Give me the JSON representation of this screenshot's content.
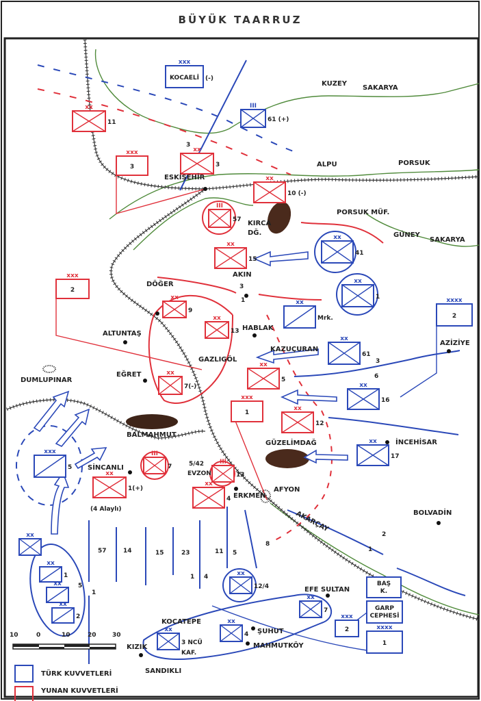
{
  "title": "BÜYÜK TAARRUZ",
  "colors": {
    "turk": "#2a48b8",
    "yunan": "#e0303a",
    "river": "#4f8a3a",
    "rail": "#333333",
    "mountain": "#4a2a1c"
  },
  "rivers": {
    "kuzey": "KUZEY",
    "sakarya1": "SAKARYA",
    "porsuk": "PORSUK",
    "guney": "GÜNEY",
    "sakarya2": "SAKARYA",
    "akarcay": "AKARÇAY"
  },
  "places": [
    {
      "name": "ESKİŞEHİR",
      "dot": true
    },
    {
      "name": "ALPU",
      "dot": false
    },
    {
      "name": "AKIN",
      "dot": true
    },
    {
      "name": "DÖĞER",
      "dot": true
    },
    {
      "name": "ALTUNTAŞ",
      "dot": true
    },
    {
      "name": "HABLAK",
      "dot": true
    },
    {
      "name": "KAZUÇURAN",
      "dot": false
    },
    {
      "name": "GAZLIGÖL",
      "dot": false
    },
    {
      "name": "EĞRET",
      "dot": true
    },
    {
      "name": "DUMLUPINAR",
      "dot": false
    },
    {
      "name": "AZİZİYE",
      "dot": true
    },
    {
      "name": "BALMAHMUT",
      "dot": false
    },
    {
      "name": "GÜZELİMDAĞ",
      "dot": false
    },
    {
      "name": "İNCEHİSAR",
      "dot": true
    },
    {
      "name": "SİNCANLI",
      "dot": true
    },
    {
      "name": "ERKMEN",
      "dot": true
    },
    {
      "name": "AFYON",
      "dot": false
    },
    {
      "name": "BOLVADİN",
      "dot": true
    },
    {
      "name": "EFE SULTAN",
      "dot": true
    },
    {
      "name": "KOCATEPE",
      "dot": false
    },
    {
      "name": "ŞUHUT",
      "dot": true
    },
    {
      "name": "MAHMUTKÖY",
      "dot": true
    },
    {
      "name": "KIZIK",
      "dot": true
    },
    {
      "name": "SANDIKLI",
      "dot": false
    },
    {
      "name": "KIRCA",
      "dot": false
    },
    {
      "name": "DĞ.",
      "dot": false
    },
    {
      "name": "PORSUK MÜF.",
      "dot": false
    }
  ],
  "units": [
    {
      "side": "yunan",
      "echelon": "xx",
      "type": "infantry",
      "label": "11"
    },
    {
      "side": "yunan",
      "echelon": "xxx",
      "type": "hq",
      "label": "3"
    },
    {
      "side": "yunan",
      "echelon": "xx",
      "type": "infantry",
      "label": "3"
    },
    {
      "side": "yunan",
      "echelon": "xx",
      "type": "infantry",
      "label": "10 (-)"
    },
    {
      "side": "yunan",
      "echelon": "III",
      "type": "infantry",
      "label": "57"
    },
    {
      "side": "yunan",
      "echelon": "xx",
      "type": "infantry",
      "label": "15"
    },
    {
      "side": "yunan",
      "echelon": "xxx",
      "type": "hq",
      "label": "2"
    },
    {
      "side": "yunan",
      "echelon": "xx",
      "type": "infantry",
      "label": "9"
    },
    {
      "side": "yunan",
      "echelon": "xx",
      "type": "infantry",
      "label": "13"
    },
    {
      "side": "yunan",
      "echelon": "xx",
      "type": "infantry",
      "label": "7(-)"
    },
    {
      "side": "yunan",
      "echelon": "xx",
      "type": "infantry",
      "label": "5"
    },
    {
      "side": "yunan",
      "echelon": "xxx",
      "type": "hq",
      "label": "1"
    },
    {
      "side": "yunan",
      "echelon": "xx",
      "type": "infantry",
      "label": "12"
    },
    {
      "side": "yunan",
      "echelon": "III",
      "type": "infantry",
      "label": "7"
    },
    {
      "side": "yunan",
      "echelon": "III",
      "type": "infantry",
      "label": "13"
    },
    {
      "side": "yunan",
      "echelon": "xx",
      "type": "infantry",
      "label": "4"
    },
    {
      "side": "yunan",
      "echelon": "xx",
      "type": "infantry",
      "label": "1(+)"
    },
    {
      "side": "turk",
      "echelon": "xxx",
      "type": "named",
      "label": "KOCAELİ"
    },
    {
      "side": "turk",
      "echelon": "III",
      "type": "infantry",
      "label": "61 (+)"
    },
    {
      "side": "turk",
      "echelon": "xx",
      "type": "infantry",
      "label": "41"
    },
    {
      "side": "turk",
      "echelon": "xx",
      "type": "infantry",
      "label": "1"
    },
    {
      "side": "turk",
      "echelon": "xx",
      "type": "cavalry",
      "label": "Mrk."
    },
    {
      "side": "turk",
      "echelon": "xx",
      "type": "infantry",
      "label": "61"
    },
    {
      "side": "turk",
      "echelon": "xx",
      "type": "infantry",
      "label": "16"
    },
    {
      "side": "turk",
      "echelon": "xx",
      "type": "infantry",
      "label": "17"
    },
    {
      "side": "turk",
      "echelon": "xxxx",
      "type": "hq",
      "label": "2"
    },
    {
      "side": "turk",
      "echelon": "xxx",
      "type": "cavalry",
      "label": "5"
    },
    {
      "side": "turk",
      "echelon": "xx",
      "type": "infantry",
      "label": ""
    },
    {
      "side": "turk",
      "echelon": "xx",
      "type": "cavalry",
      "label": "1"
    },
    {
      "side": "turk",
      "echelon": "xx",
      "type": "cavalry",
      "label": ""
    },
    {
      "side": "turk",
      "echelon": "xx",
      "type": "cavalry",
      "label": "2"
    },
    {
      "side": "turk",
      "echelon": "xx",
      "type": "infantry",
      "label": "12/4"
    },
    {
      "side": "turk",
      "echelon": "xx",
      "type": "infantry",
      "label": "7"
    },
    {
      "side": "turk",
      "echelon": "xx",
      "type": "infantry",
      "label": "4"
    },
    {
      "side": "turk",
      "echelon": "xx",
      "type": "infantry",
      "label": "3 NCÜ"
    },
    {
      "side": "turk",
      "echelon": "",
      "type": "named",
      "label": "BAŞ K."
    },
    {
      "side": "turk",
      "echelon": "",
      "type": "named",
      "label": "GARP CEPHESİ"
    },
    {
      "side": "turk",
      "echelon": "xxx",
      "type": "hq",
      "label": "2"
    },
    {
      "side": "turk",
      "echelon": "xxxx",
      "type": "hq",
      "label": "1"
    }
  ],
  "annotations": {
    "kocaeli_suffix": "(-)",
    "kaf": "KAF.",
    "alayli": "(4 Alaylı)",
    "evzon_num": "5/42",
    "evzon": "EVZON",
    "boundary_nums": [
      "3",
      "3",
      "1",
      "3",
      "6",
      "2",
      "1"
    ],
    "corps_nums": [
      "57",
      "14",
      "15",
      "23",
      "11",
      "5",
      "8",
      "1",
      "4",
      "5",
      "1"
    ]
  },
  "scale": {
    "labels": [
      "10",
      "0",
      "10",
      "20",
      "30"
    ]
  },
  "legend": {
    "turk": "TÜRK KUVVETLERİ",
    "yunan": "YUNAN KUVVETLERİ"
  }
}
